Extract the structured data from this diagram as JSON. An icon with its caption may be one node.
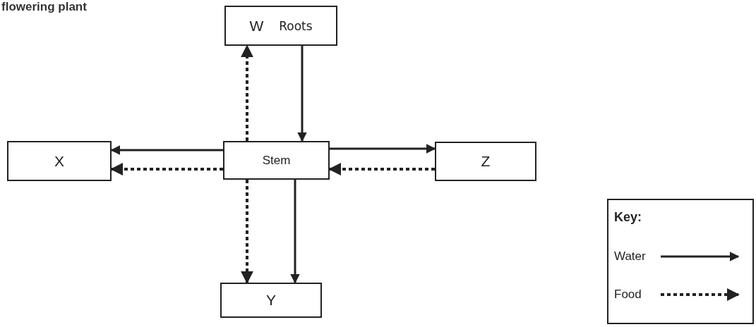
{
  "diagram": {
    "nodes": [
      {
        "text": [
          "W",
          "Roots"
        ]
      },
      {
        "text": [
          "X"
        ]
      },
      {
        "text": [
          "Stem"
        ]
      },
      {
        "text": [
          "Z"
        ]
      },
      {
        "text": [
          "Y"
        ]
      }
    ],
    "edges": [
      {
        "from": 2,
        "to": 0,
        "arrow": "to",
        "style": "dashed"
      },
      {
        "from": 0,
        "to": 2,
        "arrow": "to"
      },
      {
        "from": 2,
        "to": 1,
        "arrow": "to"
      },
      {
        "from": 2,
        "to": 1,
        "arrow": "to",
        "style": "dashed"
      },
      {
        "from": 2,
        "to": 3,
        "arrow": "to"
      },
      {
        "from": 3,
        "to": 2,
        "arrow": "to",
        "style": "dashed"
      },
      {
        "from": 2,
        "to": 4,
        "arrow": "to",
        "style": "dashed"
      },
      {
        "from": 2,
        "to": 4,
        "arrow": "to"
      }
    ],
    "labels": [
      "flowering plant",
      "Key:"
    ],
    "legend": [
      {
        "text": "Water"
      },
      {
        "text": "Food"
      }
    ]
  }
}
